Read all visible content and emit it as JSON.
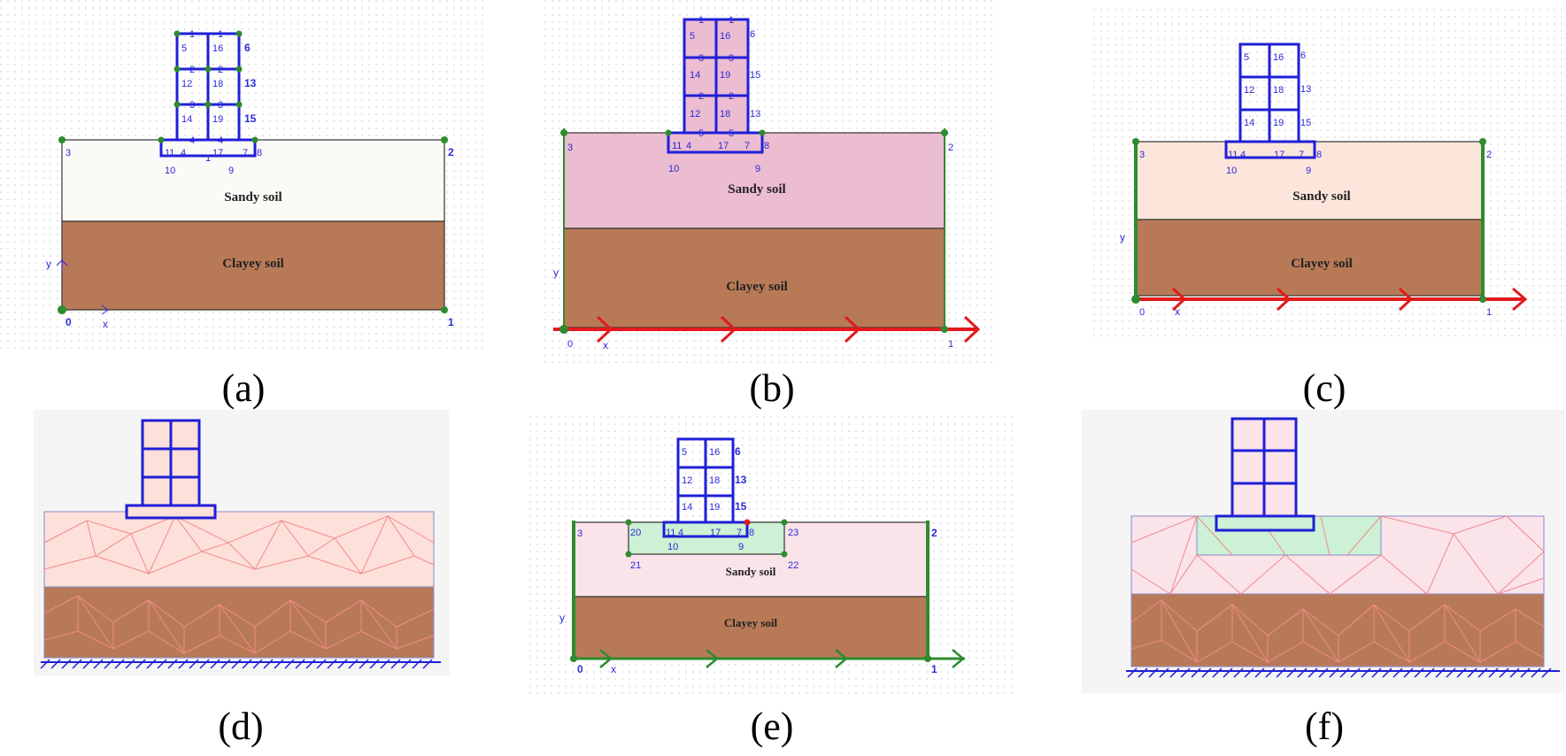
{
  "captions": [
    "(a)",
    "(b)",
    "(c)",
    "(d)",
    "(e)",
    "(f)"
  ],
  "soil_labels": {
    "sandy": "Sandy soil",
    "clayey": "Clayey soil"
  },
  "axis_labels": {
    "x": "x",
    "y": "y"
  },
  "boundary_points": {
    "p0": "0",
    "p1": "1",
    "p2": "2",
    "p3": "3"
  },
  "footing_points": {
    "p7": "7",
    "p8": "8",
    "p9": "9",
    "p10": "10",
    "p11": "11",
    "p4": "4"
  },
  "building_points": {
    "p5": "5",
    "p6": "6",
    "p12": "12",
    "p13": "13",
    "p14": "14",
    "p15": "15",
    "p16": "16",
    "p17": "17",
    "p18": "18",
    "p19": "19"
  },
  "replacement_points": {
    "p20": "20",
    "p21": "21",
    "p22": "22",
    "p23": "23"
  },
  "element_labels": {
    "e1": "1",
    "e2": "2",
    "e3": "3",
    "e4": "4",
    "e5": "5"
  },
  "colors": {
    "sandy_a": "#fcfaf7",
    "sandy_b": "#ecbcd0",
    "sandy_c": "#fce6dc",
    "sandy_e": "#fbe3ea",
    "sandy_mesh": "#fde0d9",
    "clayey": "#b87a56",
    "replacement": "#cdf1d4",
    "structure_blue": "#1f1fd8",
    "fixity_green": "#2e8b2e",
    "load_red": "#e3191c",
    "node_green": "#2d8c2d",
    "mesh_line": "#f08a8a"
  }
}
